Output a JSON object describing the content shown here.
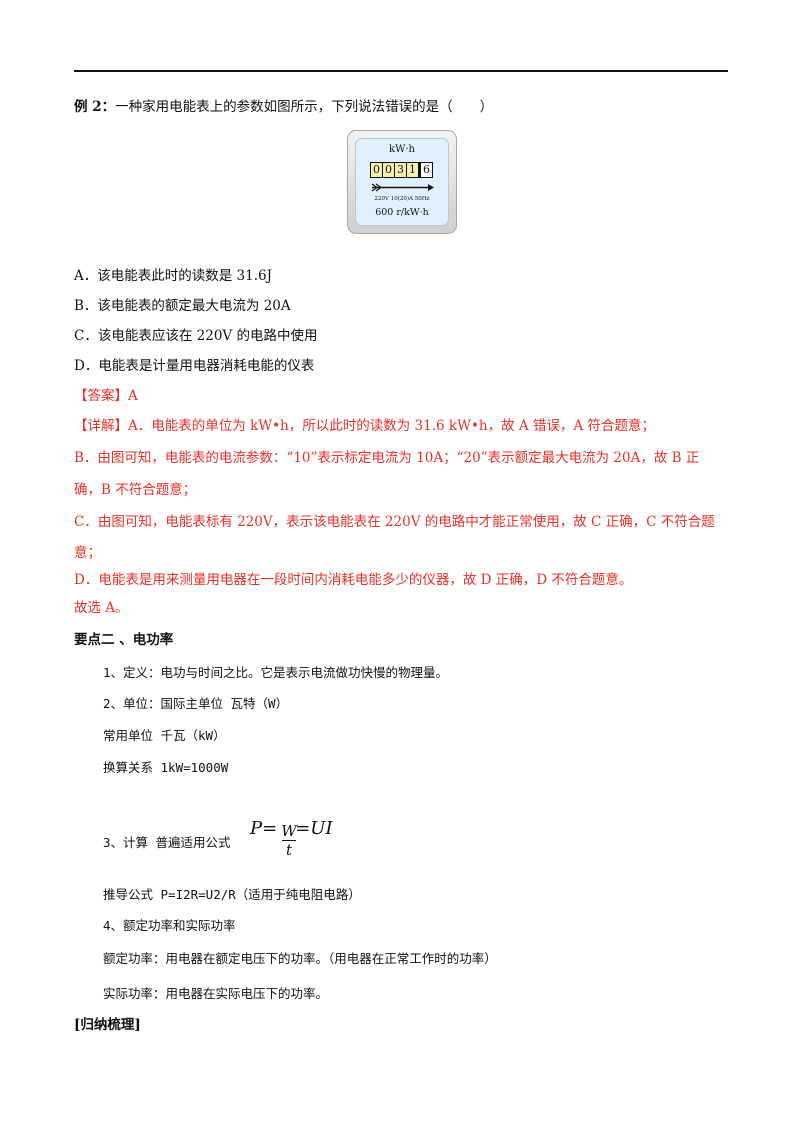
{
  "example": {
    "label": "例 2：",
    "question": "一种家用电能表上的参数如图所示，下列说法错误的是（　　）"
  },
  "meter": {
    "unit": "kW·h",
    "digits": [
      "0",
      "0",
      "3",
      "1",
      "6"
    ],
    "spec": "220V  10(20)A  50Hz",
    "constant": "600 r/kW·h"
  },
  "options": [
    {
      "label": "A．",
      "text": "该电能表此时的读数是 31.6J"
    },
    {
      "label": "B．",
      "text": "该电能表的额定最大电流为 20A"
    },
    {
      "label": "C．",
      "text": "该电能表应该在 220V 的电路中使用"
    },
    {
      "label": "D．",
      "text": "电能表是计量用电器消耗电能的仪表"
    }
  ],
  "answer": {
    "label": "【答案】",
    "value": "A"
  },
  "detail": {
    "label": "【详解】",
    "lines": [
      "A．电能表的单位为 kW•h，所以此时的读数为 31.6 kW•h，故 A 错误，A 符合题意；",
      "B．由图可知，电能表的电流参数：“10”表示标定电流为 10A；“20”表示额定最大电流为 20A，故 B 正",
      "确，B 不符合题意；",
      "C．由图可知，电能表标有 220V，表示该电能表在 220V 的电路中才能正常使用，故 C 正确，C 不符合题",
      "意；",
      "D．电能表是用来测量用电器在一段时间内消耗电能多少的仪器，故 D 正确，D 不符合题意。"
    ],
    "conclusion": "故选 A。"
  },
  "section": {
    "title": "要点二 、电功率",
    "items": [
      "1、定义：电功与时间之比。它是表示电流做功快慢的物理量。",
      "2、单位：国际主单位 瓦特（W）",
      "常用单位 千瓦（kW）",
      "换算关系 1kW=1000W",
      "3、计算 普遍适用公式",
      "推导公式 P=I2R=U2/R（适用于纯电阻电路）",
      "4、额定功率和实际功率",
      "额定功率：用电器在额定电压下的功率。（用电器在正常工作时的功率）",
      "实际功率：用电器在实际电压下的功率。"
    ],
    "formula": {
      "lhs": "P",
      "eq": "=",
      "num": "W",
      "den": "t",
      "rhs": "=UI"
    }
  },
  "summary": "[归纳梳理]"
}
